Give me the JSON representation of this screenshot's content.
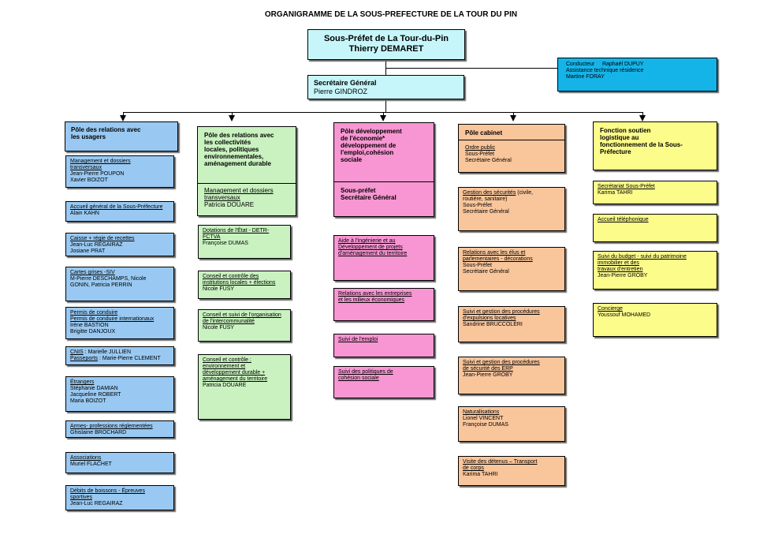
{
  "title": "ORGANIGRAMME DE LA SOUS-PREFECTURE DE LA TOUR DU PIN",
  "prefet": {
    "line1": "Sous-Préfet de La Tour-du-Pin",
    "line2": "Thierry DEMARET"
  },
  "conducteur": {
    "role1": "Conducteur",
    "name1": "Raphaël DUPUY",
    "role2": "Assistance technique résidence",
    "name2": "Martine FORAY"
  },
  "sg": {
    "title": "Secrétaire Général",
    "name": "Pierre GINDROZ"
  },
  "col1": {
    "header": [
      "Pôle  des relations avec",
      "les usagers"
    ],
    "boxes": [
      {
        "u": [
          "Management et dossiers",
          "transversaux"
        ],
        "t": [
          "Jean-Pierre POUPON",
          "Xavier BOIZOT"
        ]
      },
      {
        "u": [
          "Accueil général de la Sous-Préfecture"
        ],
        "t": [
          "Alain KAHN"
        ]
      },
      {
        "u": [
          "Caisse + régie de recettes"
        ],
        "t": [
          "Jean-Luc REGAIRAZ",
          "Josiane PRAT"
        ]
      },
      {
        "u": [
          "Cartes grises -SIV"
        ],
        "t": [
          "M-Pierre DESCHAMPS, Nicole",
          "GONIN, Patricia PERRIN"
        ]
      },
      {
        "u": [
          "Permis de conduire",
          "Permis de conduire internationaux"
        ],
        "t": [
          "Irène BASTION",
          "Brigitte DANJOUX"
        ]
      },
      {
        "u": [],
        "t": [],
        "cnis_label": "CNIS",
        "cnis_name": " : Marielle JULLIEN",
        "pass_label": "Passeports",
        "pass_name": " : Marie-Pierre CLEMENT"
      },
      {
        "u": [
          "Étrangers"
        ],
        "t": [
          "Stéphanie DAMIAN",
          "Jacqueline ROBERT",
          "Maria BOIZOT"
        ]
      },
      {
        "u": [
          "Armes- professions réglementées"
        ],
        "t": [
          "Ghislaine BROCHARD"
        ]
      },
      {
        "u": [
          "Associations"
        ],
        "t": [
          "Muriel FLACHET"
        ]
      },
      {
        "u": [
          "Débits de boissons - Épreuves",
          "sportives"
        ],
        "t": [
          "Jean-Luc  REGAIRAZ"
        ]
      }
    ]
  },
  "col2": {
    "header": [
      "Pôle des relations avec",
      "les collectivités",
      "locales, politiques",
      "environnementales,",
      "aménagement durable"
    ],
    "sub": {
      "u": [
        "Management et dossiers",
        "transversaux"
      ],
      "t": [
        "Patricia DOUARE"
      ]
    },
    "boxes": [
      {
        "u": [
          "Dotations de l'État - DETR-",
          "FCTVA"
        ],
        "t": [
          "Françoise DUMAS"
        ]
      },
      {
        "u": [
          "Conseil et contrôle des",
          "institutions locales + élections"
        ],
        "t": [
          "Nicole FUSY"
        ]
      },
      {
        "u": [
          "Conseil et suivi de l'organisation",
          "de l'intercommunalité"
        ],
        "t": [
          "Nicole FUSY"
        ]
      },
      {
        "u": [
          "Conseil et contrôle :",
          "environnement et",
          "développement durable +",
          "aménagement du territoire"
        ],
        "t": [
          "Patricia DOUARE"
        ]
      }
    ]
  },
  "col3": {
    "header": [
      "Pôle développement",
      "de l'économie*",
      "développement de",
      "l'emploi,cohésion",
      "sociale"
    ],
    "sub": [
      "Sous-préfet",
      "Secrétaire Général"
    ],
    "boxes": [
      {
        "u": [
          "Aide à l'ingénierie et au",
          "Développement de projets",
          "d'aménagement du territoire"
        ],
        "t": []
      },
      {
        "u": [
          "Relations avec les entreprises",
          "et les milieux économiques"
        ],
        "t": []
      },
      {
        "u": [
          "Suivi de l'emploi"
        ],
        "t": []
      },
      {
        "u": [
          "Suivi des politiques de",
          "cohésion sociale"
        ],
        "t": []
      }
    ]
  },
  "col4": {
    "header": [
      "Pôle  cabinet"
    ],
    "sub": {
      "u": [
        "Ordre public"
      ],
      "t": [
        "Sous-Préfet",
        "Secrétaire Général"
      ]
    },
    "boxes": [
      {
        "u": [
          "Gestion des sécurités"
        ],
        "extra": " (civile,",
        "t": [
          "routière, sanitaire)",
          "Sous-Préfet",
          "Secrétaire Général"
        ]
      },
      {
        "u": [
          "Relations avec les élus et",
          "parlementaires - décorations"
        ],
        "t": [
          "Sous-Préfet",
          "Secrétaire Général"
        ]
      },
      {
        "u": [
          "Suivi et gestion des procédures",
          "d'expulsions locatives"
        ],
        "t": [
          "Sandrine BRUCCOLERI"
        ]
      },
      {
        "u": [
          "Suivi et gestion des procédures",
          "de sécurité des ERP"
        ],
        "t": [
          "Jean-Pierre GROBY"
        ]
      },
      {
        "u": [
          "Naturalisations"
        ],
        "t": [
          "Lionel VINCENT",
          "Françoise DUMAS"
        ]
      },
      {
        "u": [
          "Visite des détenus – Transport",
          "de corps"
        ],
        "t": [
          "Karima TAHRI"
        ]
      }
    ]
  },
  "col5": {
    "header": [
      "Fonction soutien",
      "logistique au",
      "fonctionnement de la Sous-",
      "Préfecture"
    ],
    "boxes": [
      {
        "u": [
          "Secrétariat Sous-Préfet"
        ],
        "t": [
          "Karima TAHRI"
        ]
      },
      {
        "u": [
          "Accueil téléphonique"
        ],
        "t": []
      },
      {
        "u": [
          "Suivi du budget - suivi du patrimoine",
          "immobilier et des",
          "travaux d'entretien"
        ],
        "t": [
          "Jean-Pierre GROBY"
        ]
      },
      {
        "u": [
          "Concierge"
        ],
        "t": [
          "Youssouf MOHAMED"
        ]
      }
    ]
  }
}
